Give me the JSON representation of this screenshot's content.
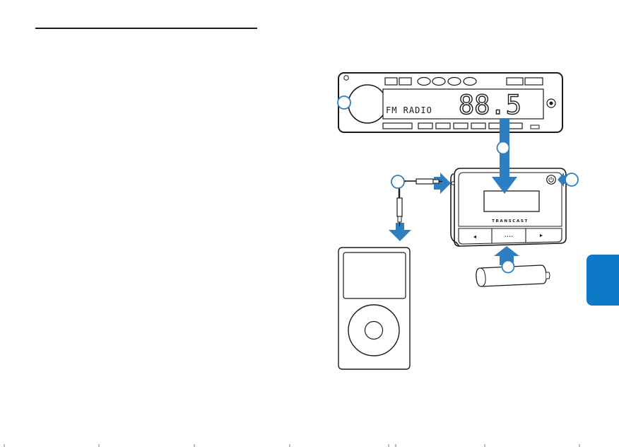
{
  "radio": {
    "display_label": "FM RADIO",
    "frequency": "88.5"
  },
  "transmitter": {
    "brand": "TRANSCAST",
    "prev_symbol": "◄",
    "dots_label": "• • • •",
    "next_symbol": "►"
  },
  "colors": {
    "accent": "#0d7ac7",
    "arrow": "#2e7fc2",
    "ink": "#1a1a1a"
  },
  "icons": {
    "arrows": "arrow-icon",
    "power": "power-icon",
    "battery": "battery-icon",
    "player": "media-player-icon"
  }
}
